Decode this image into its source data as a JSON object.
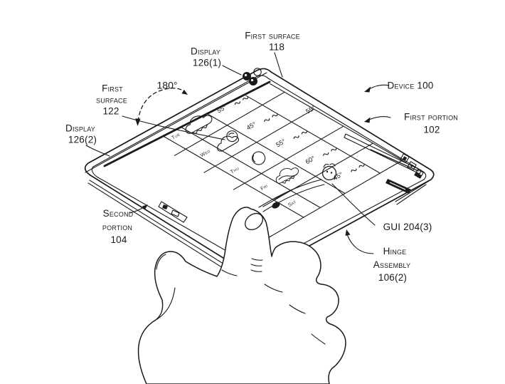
{
  "figure": {
    "title_labels": {
      "first_surface_top": {
        "line1": "First surface",
        "line2": "118"
      },
      "display_1": {
        "line1": "Display",
        "line2": "126(1)"
      },
      "first_surface_left": {
        "line1": "First",
        "line2": "surface",
        "line3": "122"
      },
      "angle": "180°",
      "display_2": {
        "line1": "Display",
        "line2": "126(2)"
      },
      "device": "Device 100",
      "first_portion": {
        "line1": "First portion",
        "line2": "102"
      },
      "second_portion": {
        "line1": "Second",
        "line2": "portion",
        "line3": "104"
      },
      "gui": "GUI 204(3)",
      "hinge": {
        "line1": "Hinge",
        "line2": "Assembly",
        "line3": "106(2)"
      }
    },
    "gui": {
      "rows": [
        {
          "day": "Tue",
          "icon": "cloud",
          "temp": "55°"
        },
        {
          "day": "Wed",
          "icon": "sun-cloud",
          "temp": "45°",
          "temp2": "55°"
        },
        {
          "day": "Thu",
          "icon": "sun",
          "temp": "55°"
        },
        {
          "day": "Fri",
          "icon": "cloud",
          "temp": "60°"
        },
        {
          "day": "Sat",
          "icon": "figure",
          "temp": "45°"
        }
      ]
    },
    "colors": {
      "ink": "#1a1a1a",
      "paper": "#ffffff"
    }
  }
}
